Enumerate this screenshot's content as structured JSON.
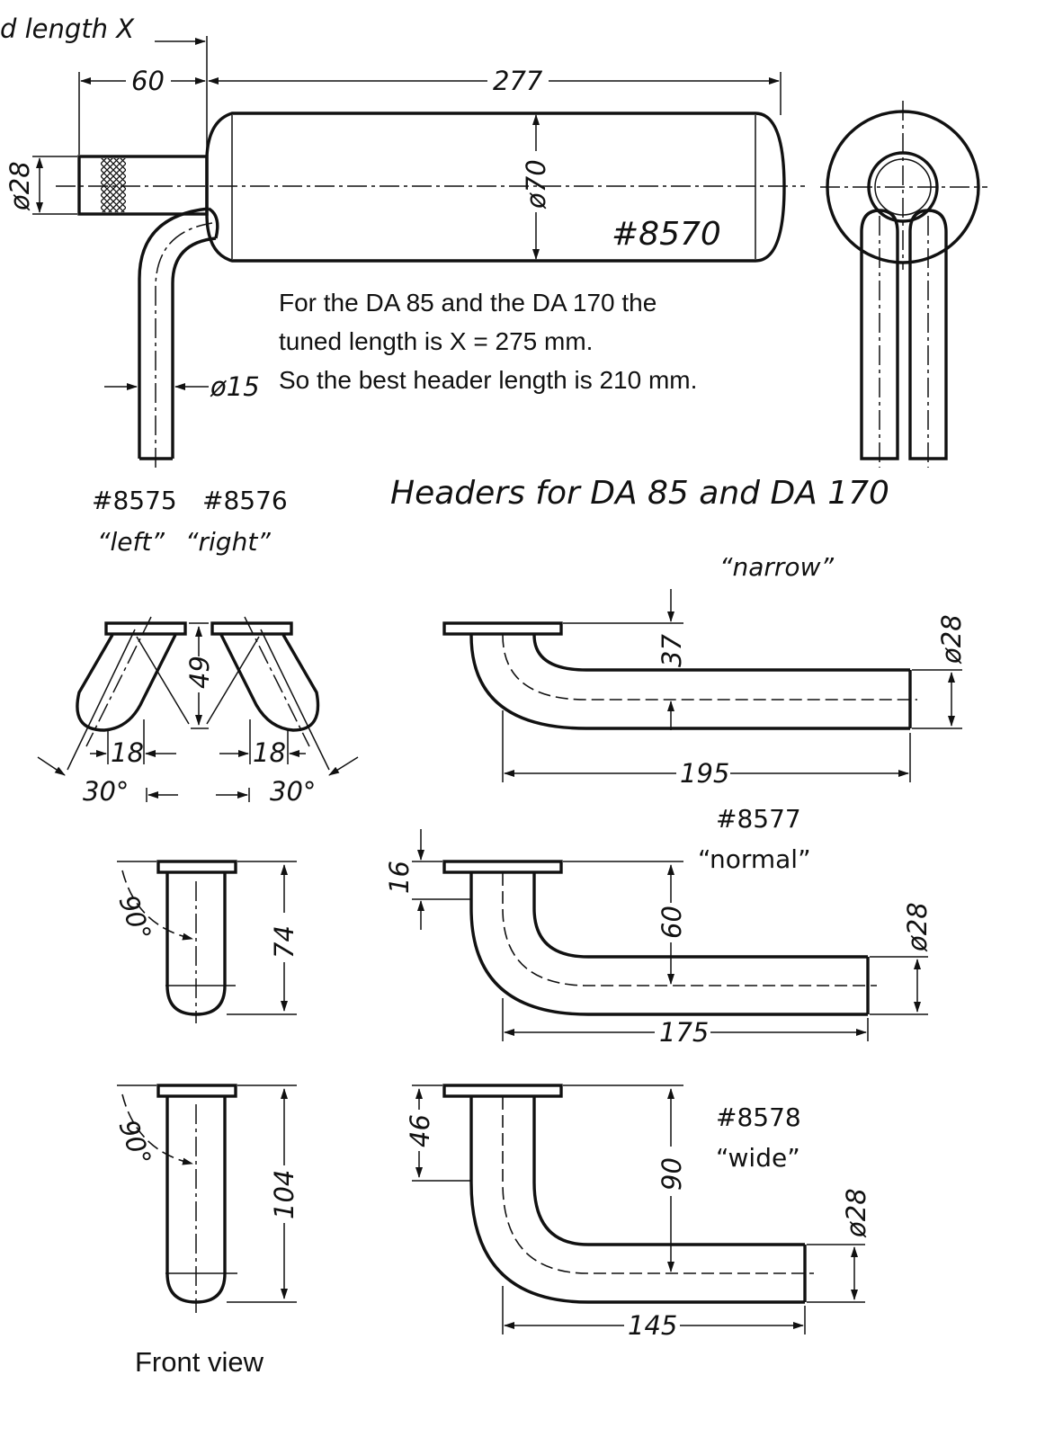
{
  "muffler": {
    "label_tuned_length": "d length X",
    "dim_inlet_length": "60",
    "dim_body_length": "277",
    "dim_inlet_dia": "ø28",
    "dim_body_dia": "ø70",
    "part_number": "#8570",
    "dim_outlet_dia": "ø15"
  },
  "note": {
    "line1": "For the DA 85 and the DA 170 the",
    "line2": "tuned length is X = 275 mm.",
    "line3": "So the best header length is 210 mm."
  },
  "headers_title": "Headers for DA 85 and DA 170",
  "side_pair": {
    "left_part": "#8575",
    "right_part": "#8576",
    "left_name": "“left”",
    "right_name": "“right”",
    "dim_height": "49",
    "dim_offset_left": "18",
    "dim_offset_right": "18",
    "angle_left": "30°",
    "angle_right": "30°"
  },
  "narrow": {
    "name": "“narrow”",
    "dim_drop": "37",
    "dim_dia": "ø28",
    "dim_length": "195"
  },
  "normal": {
    "part": "#8577",
    "name": "“normal”",
    "dim_flange": "16",
    "dim_drop": "60",
    "dim_dia": "ø28",
    "dim_length": "175",
    "front_angle": "90°",
    "front_height": "74"
  },
  "wide": {
    "part": "#8578",
    "name": "“wide”",
    "dim_flange": "46",
    "dim_drop": "90",
    "dim_dia": "ø28",
    "dim_length": "145",
    "front_angle": "90°",
    "front_height": "104"
  },
  "front_view_label": "Front view"
}
